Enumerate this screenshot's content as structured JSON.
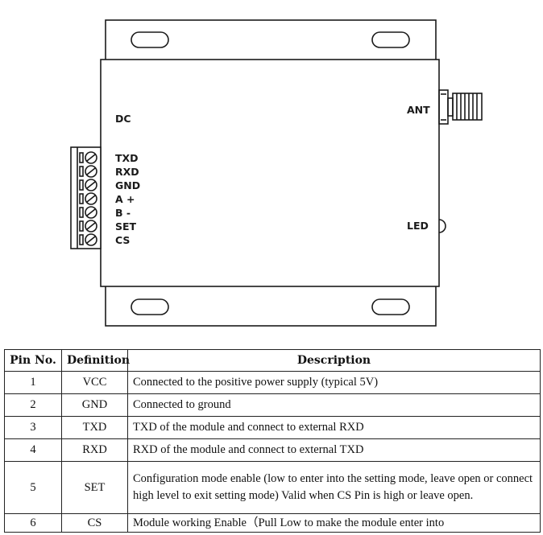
{
  "diagram": {
    "labels": {
      "dc": "DC",
      "ant": "ANT",
      "led": "LED",
      "pins": [
        "TXD",
        "RXD",
        "GND",
        "A +",
        "B -",
        "SET",
        "CS"
      ]
    }
  },
  "table": {
    "headers": {
      "pin_no": "Pin No.",
      "definition": "Definition",
      "description": "Description"
    },
    "rows": [
      {
        "pin": "1",
        "definition": "VCC",
        "description": "Connected to the positive power supply (typical 5V)"
      },
      {
        "pin": "2",
        "definition": "GND",
        "description": "Connected to ground"
      },
      {
        "pin": "3",
        "definition": "TXD",
        "description": "TXD of the module and connect to external RXD"
      },
      {
        "pin": "4",
        "definition": "RXD",
        "description": "RXD of the module and connect to external TXD"
      },
      {
        "pin": "5",
        "definition": "SET",
        "description": "Configuration mode enable (low to enter into the setting mode, leave open or connect high level to exit setting mode) Valid when CS Pin is high or leave open."
      },
      {
        "pin": "6",
        "definition": "CS",
        "description": "Module working Enable（Pull Low to make the module enter into"
      }
    ]
  }
}
